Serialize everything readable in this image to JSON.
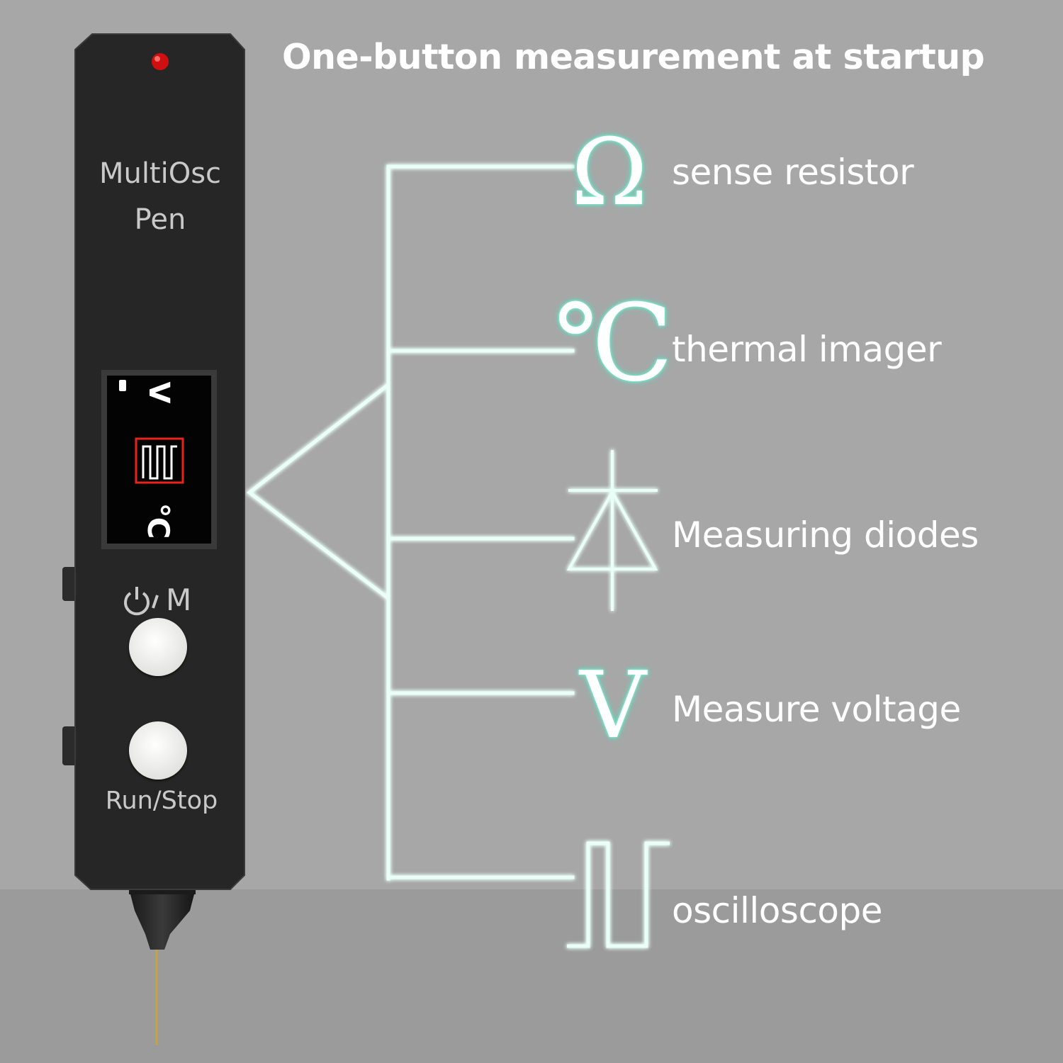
{
  "headline": "One-button measurement at startup",
  "device": {
    "name_line1": "MultiOsc",
    "name_line2": "Pen",
    "power_mode_label": "M",
    "run_stop_label": "Run/Stop",
    "screen_labels": [
      "V",
      "℃"
    ]
  },
  "features": [
    {
      "symbol": "Ω",
      "icon": "ohm-icon",
      "label": "sense resistor"
    },
    {
      "symbol": "℃",
      "icon": "celsius-icon",
      "label": "thermal imager"
    },
    {
      "symbol": "",
      "icon": "diode-icon",
      "label": "Measuring diodes"
    },
    {
      "symbol": "V",
      "icon": "volt-icon",
      "label": "Measure voltage"
    },
    {
      "symbol": "",
      "icon": "square-wave-icon",
      "label": "oscilloscope"
    }
  ],
  "colors": {
    "background": "#a7a7a7",
    "floor": "#9b9b9b",
    "connector_glow": "#7fe6cc",
    "pen_body": "#262626",
    "indicator_led": "#d01010",
    "screen_highlight": "#e8231b"
  }
}
